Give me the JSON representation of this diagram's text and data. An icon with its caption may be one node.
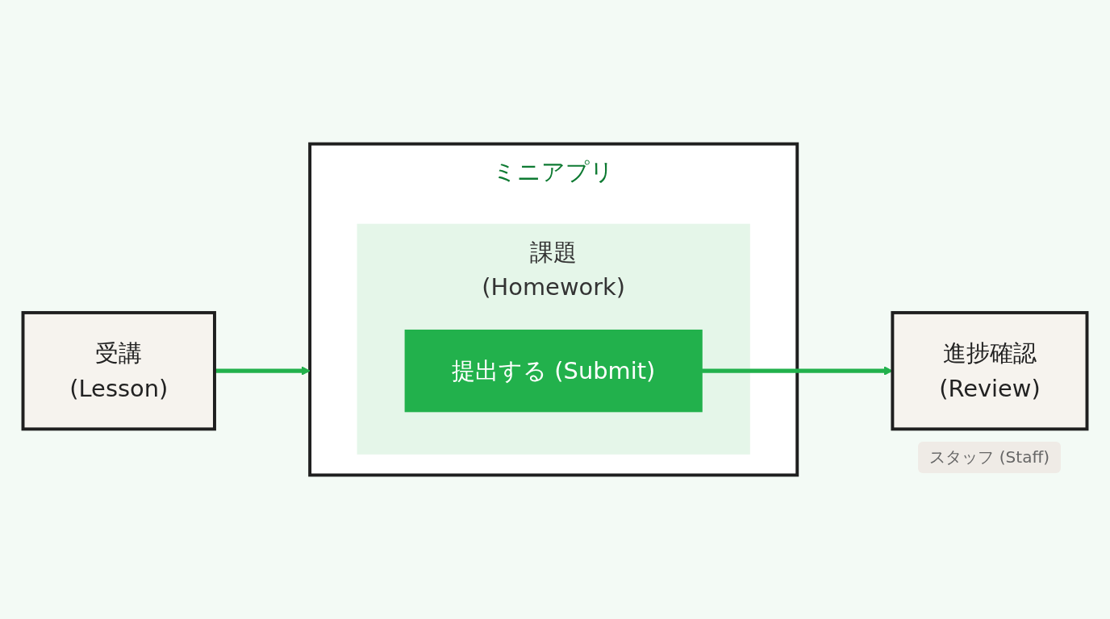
{
  "diagram": {
    "nodes": [
      {
        "text": [
          "受講",
          "(Lesson)"
        ]
      },
      {
        "text": [
          "ミニアプリ"
        ]
      },
      {
        "text": [
          "課題",
          "(Homework)"
        ],
        "in": 1
      },
      {
        "text": [
          "提出する (Submit)"
        ],
        "in": 2
      },
      {
        "text": [
          "進捗確認",
          "(Review)"
        ],
        "beside": [
          "スタッフ (Staff)"
        ]
      }
    ],
    "edges": [
      {
        "from": 0,
        "to": 1,
        "arrow": "to"
      },
      {
        "from": 3,
        "to": 4,
        "arrow": "to"
      }
    ]
  }
}
